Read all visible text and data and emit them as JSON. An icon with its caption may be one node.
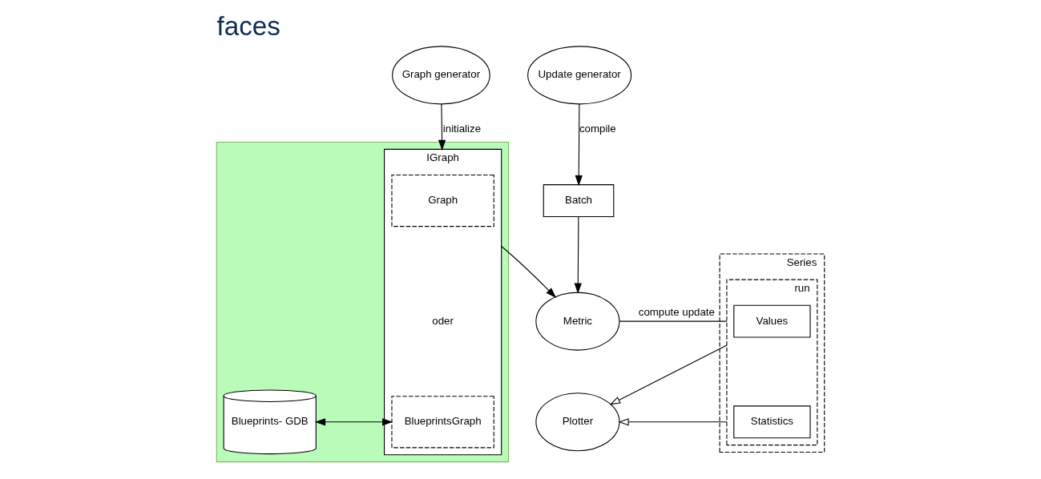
{
  "diagram": {
    "title": "faces",
    "nodes": [
      {
        "text": [
          "Graph generator"
        ]
      },
      {
        "text": [
          "Update generator"
        ]
      },
      {
        "text": [
          "Batch"
        ]
      },
      {
        "text": [],
        "shape": "box"
      },
      {
        "text": [
          "IGraph"
        ],
        "in": 3
      },
      {
        "text": [
          "Graph"
        ],
        "in": 4
      },
      {
        "text": [
          "BlueprintsGraph"
        ],
        "in": 4
      },
      {
        "text": [
          "Blueprints- GDB"
        ],
        "in": 3
      },
      {
        "text": [
          "Metric"
        ]
      },
      {
        "text": [
          "Plotter"
        ]
      },
      {
        "text": [
          "Series"
        ]
      },
      {
        "text": [
          "run"
        ],
        "in": 10
      },
      {
        "text": [
          "Values"
        ],
        "in": 11
      },
      {
        "text": [
          "Statistics"
        ],
        "in": 11
      }
    ],
    "edges": [
      {
        "from": 0,
        "to": 4,
        "label": "initialize",
        "arrow": "to"
      },
      {
        "from": 1,
        "to": 2,
        "label": "compile",
        "arrow": "to"
      },
      {
        "from": 2,
        "to": 8,
        "arrow": "to"
      },
      {
        "from": 4,
        "to": 8,
        "arrow": "to"
      },
      {
        "from": 7,
        "to": 6,
        "arrow": "both"
      },
      {
        "from": 8,
        "to": 11,
        "label": "compute update",
        "arrow": "none"
      },
      {
        "from": 11,
        "to": 9,
        "arrow": "to"
      },
      {
        "from": 11,
        "to": 9,
        "arrow": "to"
      }
    ],
    "labels": [
      "oder"
    ]
  }
}
